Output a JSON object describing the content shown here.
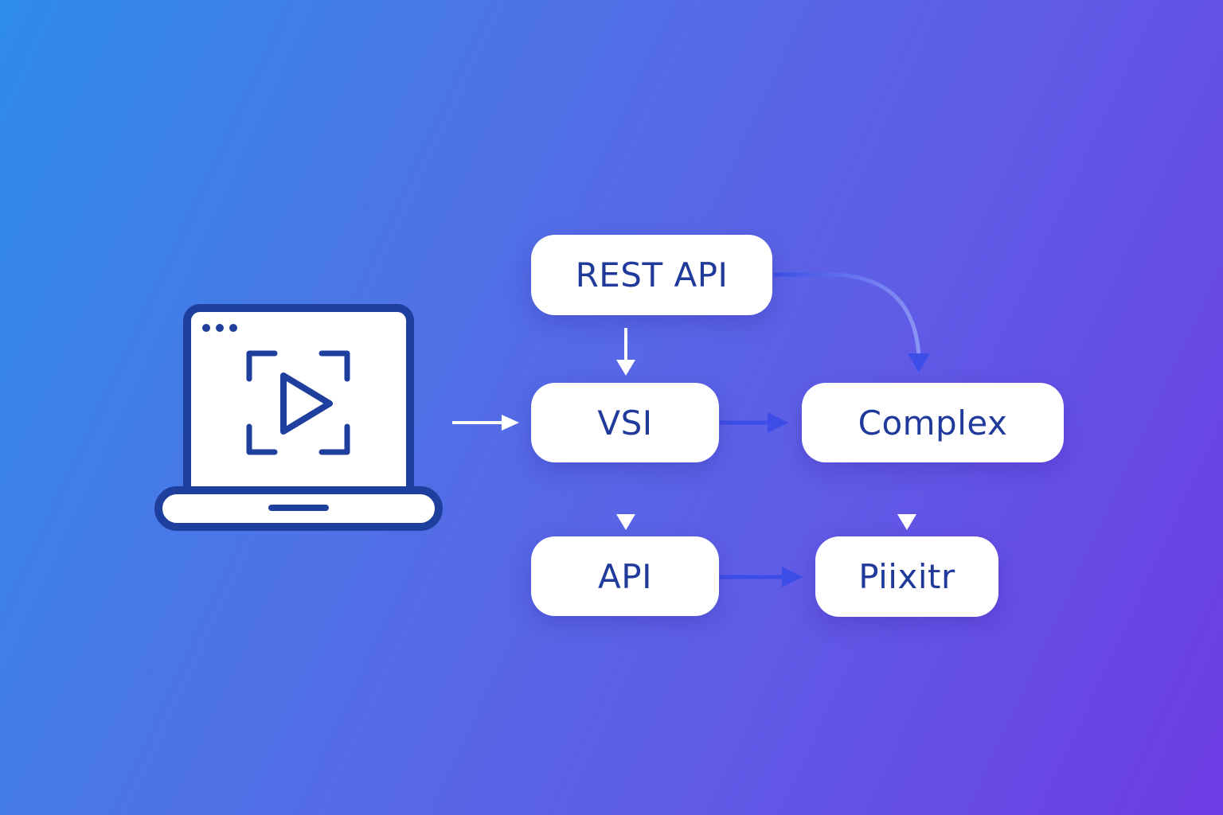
{
  "diagram": {
    "nodes": {
      "rest_api": "REST API",
      "vsi": "VSI",
      "complex": "Complex",
      "api": "API",
      "piixitr": "Piixitr"
    },
    "edges": [
      {
        "from": "laptop",
        "to": "vsi"
      },
      {
        "from": "rest_api",
        "to": "vsi"
      },
      {
        "from": "rest_api",
        "to": "complex"
      },
      {
        "from": "vsi",
        "to": "complex"
      },
      {
        "from": "vsi",
        "to": "api"
      },
      {
        "from": "complex",
        "to": "piixitr"
      },
      {
        "from": "api",
        "to": "piixitr"
      }
    ]
  },
  "icons": {
    "laptop": "laptop-icon",
    "play": "play-icon",
    "capture_frame": "screen-capture-frame-icon",
    "window_dots": "window-dots-icon"
  },
  "colors": {
    "gradient_start": "#2e8ceb",
    "gradient_end": "#6d3ce3",
    "node_fill": "#ffffff",
    "node_text": "#1f3a9a",
    "icon_stroke": "#1f3f9e",
    "arrow_blue": "#3d4ee8",
    "arrow_white": "#ffffff"
  }
}
